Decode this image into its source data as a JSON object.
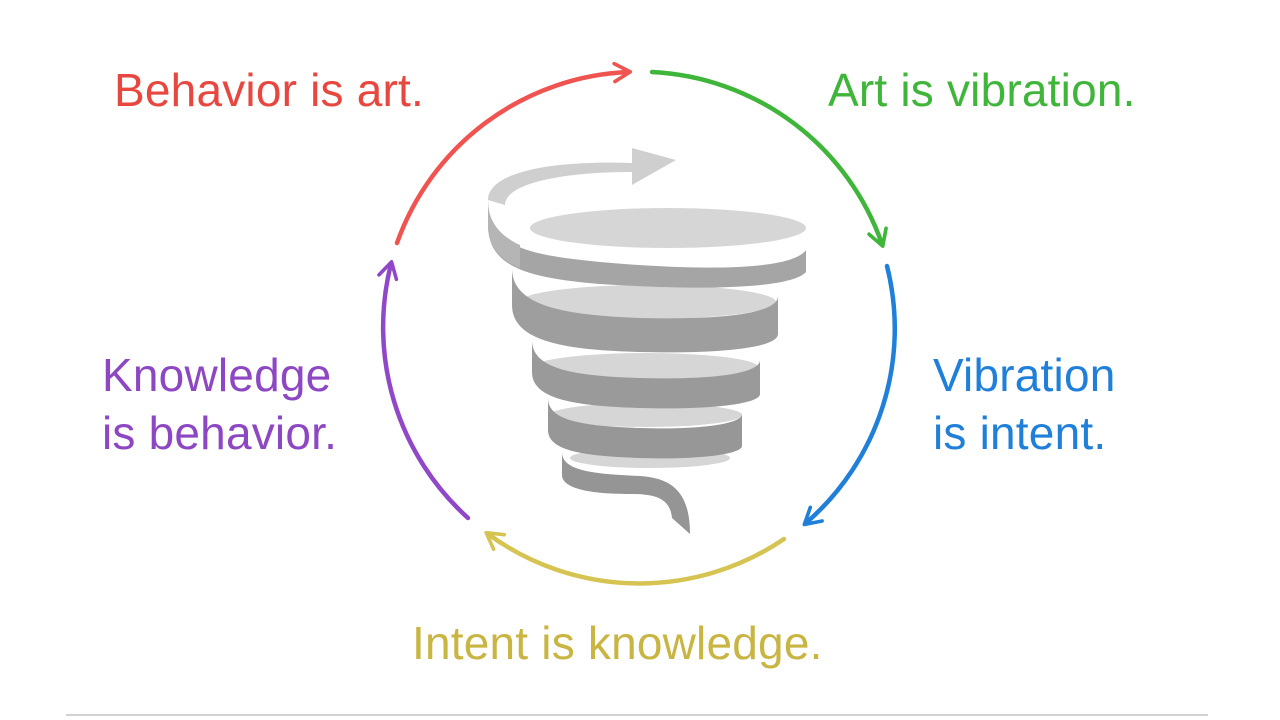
{
  "statements": {
    "behavior_art": {
      "lines": [
        "Behavior is art."
      ],
      "color": "#e8473f"
    },
    "art_vibration": {
      "lines": [
        "Art is vibration."
      ],
      "color": "#3fb53a"
    },
    "vibration_intent": {
      "lines": [
        "Vibration",
        "is intent."
      ],
      "color": "#1f7fd9"
    },
    "intent_knowledge": {
      "lines": [
        "Intent is knowledge."
      ],
      "color": "#c9b542"
    },
    "knowledge_behavior": {
      "lines": [
        "Knowledge",
        "is behavior."
      ],
      "color": "#8e47c2"
    }
  },
  "spiral": {
    "icon": "tornado-spiral-icon",
    "color": "#9a9a9a"
  }
}
